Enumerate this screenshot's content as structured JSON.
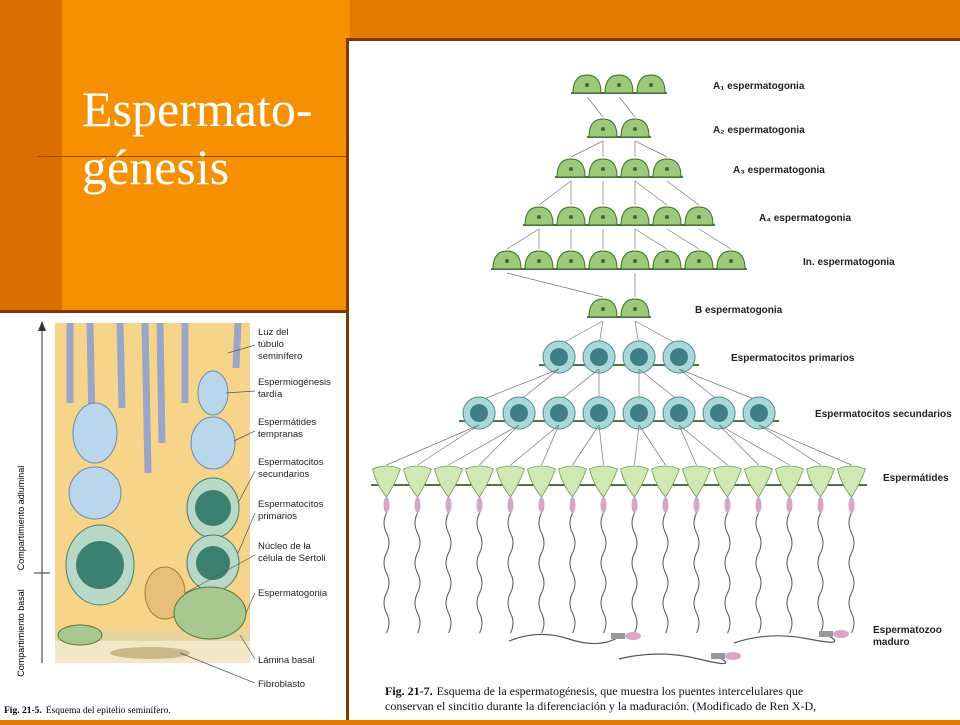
{
  "slide": {
    "title_line1": "Espermato-",
    "title_line2": "génesis"
  },
  "fig_left": {
    "caption_label": "Fig. 21-5.",
    "caption_text": "Esquema del epitelio seminífero.",
    "axis_labels": {
      "adluminal": "Compartimiento adluminal",
      "basal": "Compartimiento basal"
    },
    "labels": [
      "Luz del",
      "túbulo",
      "seminífero",
      "Espermiogénesis",
      "tardía",
      "Espermátides",
      "tempranas",
      "Espermatocitos",
      "secundarios",
      "Espermatocitos",
      "primarios",
      "Núcleo de la",
      "célula de Sertoli",
      "Espermatogonia",
      "Lámina basal",
      "Fibroblasto"
    ]
  },
  "fig_right": {
    "rows": [
      {
        "label": "A₁ espermatogonia",
        "count": 3,
        "kind": "gonia"
      },
      {
        "label": "A₂ espermatogonia",
        "count": 2,
        "kind": "gonia"
      },
      {
        "label": "A₃ espermatogonia",
        "count": 4,
        "kind": "gonia"
      },
      {
        "label": "A₄ espermatogonia",
        "count": 6,
        "kind": "gonia"
      },
      {
        "label": "In. espermatogonia",
        "count": 8,
        "kind": "gonia"
      },
      {
        "label": "B espermatogonia",
        "count": 2,
        "kind": "gonia"
      },
      {
        "label": "Espermatocitos primarios",
        "count": 4,
        "kind": "cyte"
      },
      {
        "label": "Espermatocitos secundarios",
        "count": 8,
        "kind": "cyte"
      },
      {
        "label": "Espermátides",
        "count": 16,
        "kind": "tid"
      }
    ],
    "mature_label_1": "Espermatozoo",
    "mature_label_2": "maduro",
    "caption_label": "Fig. 21-7.",
    "caption_line1": "Esquema de la espermatogénesis, que muestra los puentes intercelulares que",
    "caption_line2": "conservan el sincitio durante la diferenciación y la maduración. (Modificado de Ren X-D,"
  },
  "colors": {
    "gonia_fill": "#9cc97a",
    "gonia_stroke": "#3c6b2a",
    "cyte_fill": "#a8d8d8",
    "cyte_nucleus": "#3e7f86",
    "tid_fill": "#cfe8b4",
    "tail": "#555555",
    "head": "#d7a6c7",
    "accent_orange": "#f59000"
  }
}
